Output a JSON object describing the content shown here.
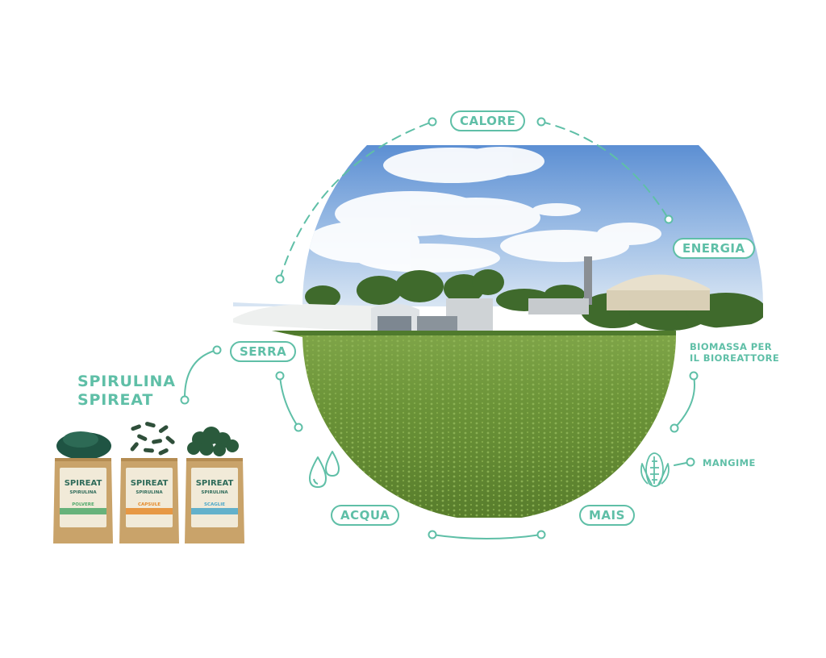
{
  "diagram": {
    "labels": {
      "calore": "CALORE",
      "energia": "ENERGIA",
      "biomassa_line1": "BIOMASSA PER",
      "biomassa_line2": "IL BIOREATTORE",
      "mangime": "MANGIME",
      "mais": "MAIS",
      "acqua": "ACQUA",
      "serra": "SERRA"
    },
    "title": {
      "line1": "SPIRULINA",
      "line2": "SPIREAT"
    },
    "icons": [
      "water-drops-icon",
      "corn-icon"
    ]
  },
  "products": [
    {
      "brand": "SPIREAT",
      "sub": "SPIRULINA",
      "variant": "POLVERE",
      "accent": "#4fa86a"
    },
    {
      "brand": "SPIREAT",
      "sub": "SPIRULINA",
      "variant": "CAPSULE",
      "accent": "#e58a2a"
    },
    {
      "brand": "SPIREAT",
      "sub": "SPIRULINA",
      "variant": "SCAGLIE",
      "accent": "#4aa7c9"
    }
  ],
  "colors": {
    "accent": "#5fbfa7",
    "kraft": "#c9a36a"
  }
}
